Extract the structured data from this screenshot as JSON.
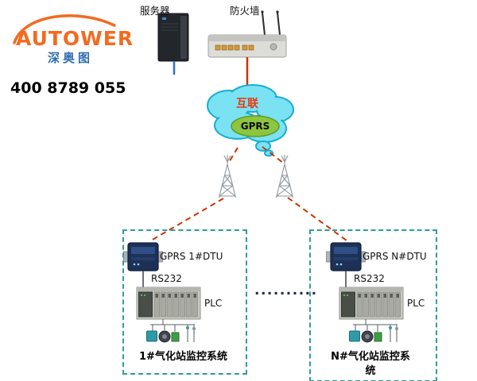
{
  "logo": {
    "brand": "AUTOWER",
    "subtitle": "深奥图",
    "phone": "400 8789 055"
  },
  "network": {
    "server_label": "服务器",
    "firewall_label": "防火墙",
    "cloud_label": "互联",
    "cloud_badge": "GPRS"
  },
  "stations": [
    {
      "dtu_label": "GPRS 1#DTU",
      "serial_label": "RS232",
      "plc_label": "PLC",
      "caption": "1#气化站监控系统"
    },
    {
      "dtu_label": "GPRS N#DTU",
      "serial_label": "RS232",
      "plc_label": "PLC",
      "caption": "N#气化站监控系统"
    }
  ],
  "separator": "..........",
  "colors": {
    "brand_orange": "#f26b21",
    "brand_blue": "#2f6db0",
    "cloud_fill": "#7be2f3",
    "cloud_border": "#17aed2",
    "gprs_green": "#8cc63e",
    "link_red": "#c93400",
    "station_box_teal": "#2e9e96"
  }
}
